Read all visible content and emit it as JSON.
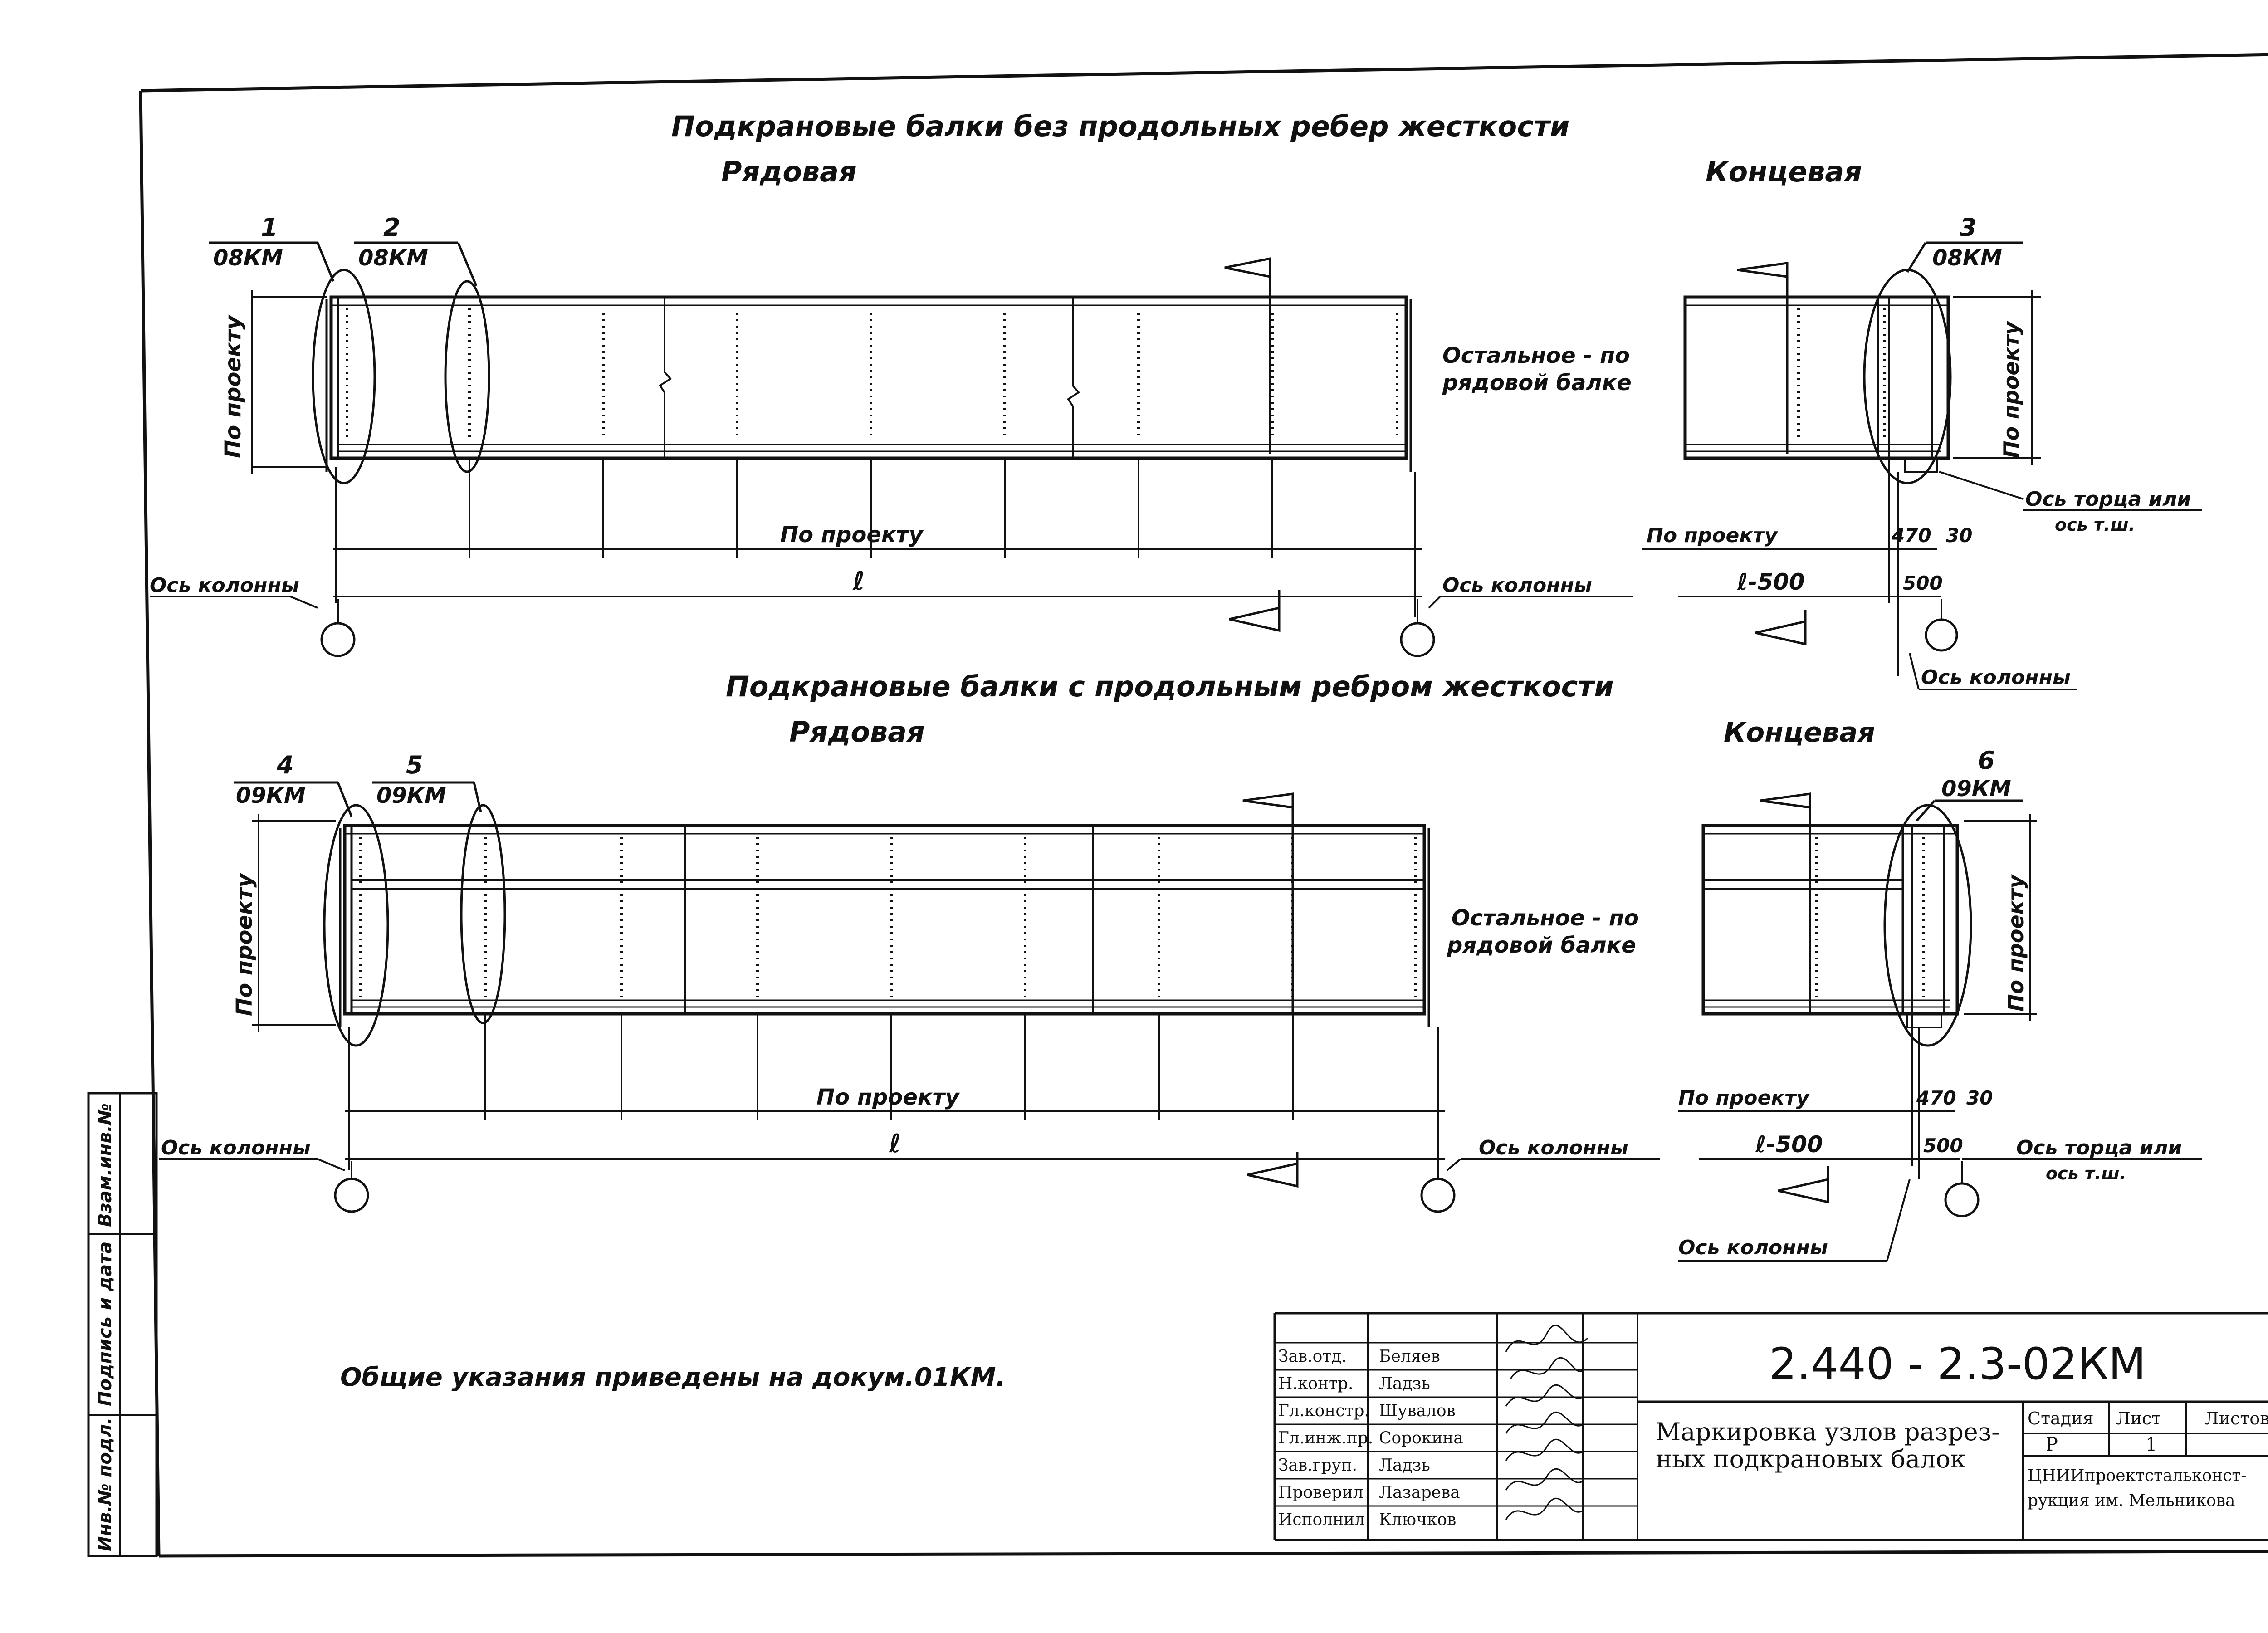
{
  "section_top": {
    "title": "Подкрановые балки без продольных  ребер жесткости",
    "ordinary": "Рядовая",
    "end": "Концевая",
    "callouts": [
      {
        "num": "1",
        "doc": "08КМ"
      },
      {
        "num": "2",
        "doc": "08КМ"
      },
      {
        "num": "3",
        "doc": "08КМ"
      }
    ],
    "by_project": "По проекту",
    "rest_note_1": "Остальное - по",
    "rest_note_2": "рядовой балке",
    "col_axis": "Ось колонны",
    "span": "ℓ",
    "span_minus": "ℓ-500",
    "dim_470": "470",
    "dim_30": "30",
    "dim_500": "500",
    "end_axis_1": "Ось торца или",
    "end_axis_2": "ось т.ш."
  },
  "section_bottom": {
    "title": "Подкрановые балки  с продольным ребром  жесткости",
    "ordinary": "Рядовая",
    "end": "Концевая",
    "callouts": [
      {
        "num": "4",
        "doc": "09КМ"
      },
      {
        "num": "5",
        "doc": "09КМ"
      },
      {
        "num": "6",
        "doc": "09КМ"
      }
    ],
    "by_project": "По проекту",
    "rest_note_1": "Остальное - по",
    "rest_note_2": "рядовой балке",
    "col_axis": "Ось колонны",
    "span": "ℓ",
    "span_minus": "ℓ-500",
    "dim_470": "470",
    "dim_30": "30",
    "dim_500": "500",
    "end_axis_1": "Ось торца или",
    "end_axis_2": "ось т.ш."
  },
  "general_note": "Общие указания приведены на докум.01КМ.",
  "side_stamp": [
    "Инв.№ подл.",
    "Подпись и дата",
    "Взам.инв.№"
  ],
  "title_block": {
    "doc_number": "2.440 - 2.3-02КМ",
    "title_1": "Маркировка узлов разрез-",
    "title_2": "ных подкрановых балок",
    "stage_label": "Стадия",
    "sheet_label": "Лист",
    "sheets_label": "Листов",
    "stage": "Р",
    "sheet": "1",
    "org_1": "ЦНИИпроектстальконст-",
    "org_2": "рукция им. Мельникова",
    "rows": [
      {
        "role": "Зав.отд.",
        "name": "Беляев"
      },
      {
        "role": "Н.контр.",
        "name": "Ладзь"
      },
      {
        "role": "Гл.констр.",
        "name": "Шувалов"
      },
      {
        "role": "Гл.инж.пр.",
        "name": "Сорокина"
      },
      {
        "role": "Зав.груп.",
        "name": "Ладзь"
      },
      {
        "role": "Проверил",
        "name": "Лазарева"
      },
      {
        "role": "Исполнил",
        "name": "Ключков"
      }
    ]
  }
}
